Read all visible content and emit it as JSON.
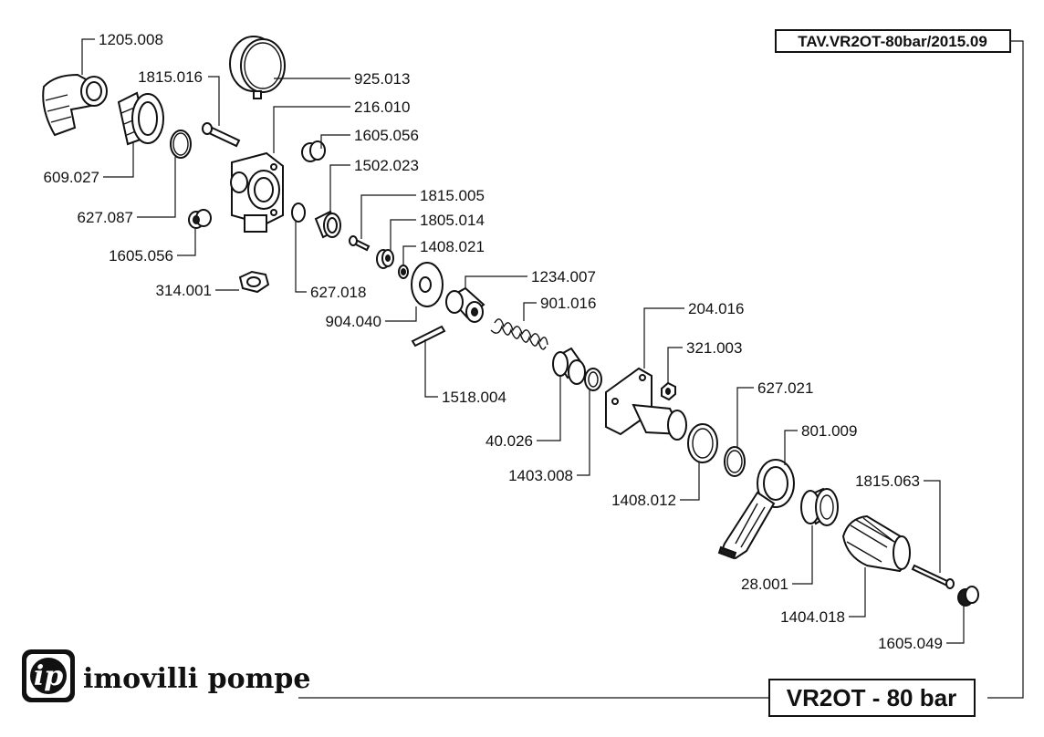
{
  "drawing_code": "TAV.VR2OT-80bar/2015.09",
  "model_title": "VR2OT - 80 bar",
  "brand": {
    "logo_letters": "ip",
    "name": "imovilli pompe"
  },
  "parts": [
    "1205.008",
    "1815.016",
    "925.013",
    "216.010",
    "1605.056",
    "1502.023",
    "609.027",
    "627.087",
    "1605.056",
    "1815.005",
    "1805.014",
    "1408.021",
    "314.001",
    "627.018",
    "904.040",
    "1234.007",
    "901.016",
    "204.016",
    "321.003",
    "1518.004",
    "40.026",
    "627.021",
    "1403.008",
    "801.009",
    "1408.012",
    "1815.063",
    "28.001",
    "1404.018",
    "1605.049"
  ]
}
